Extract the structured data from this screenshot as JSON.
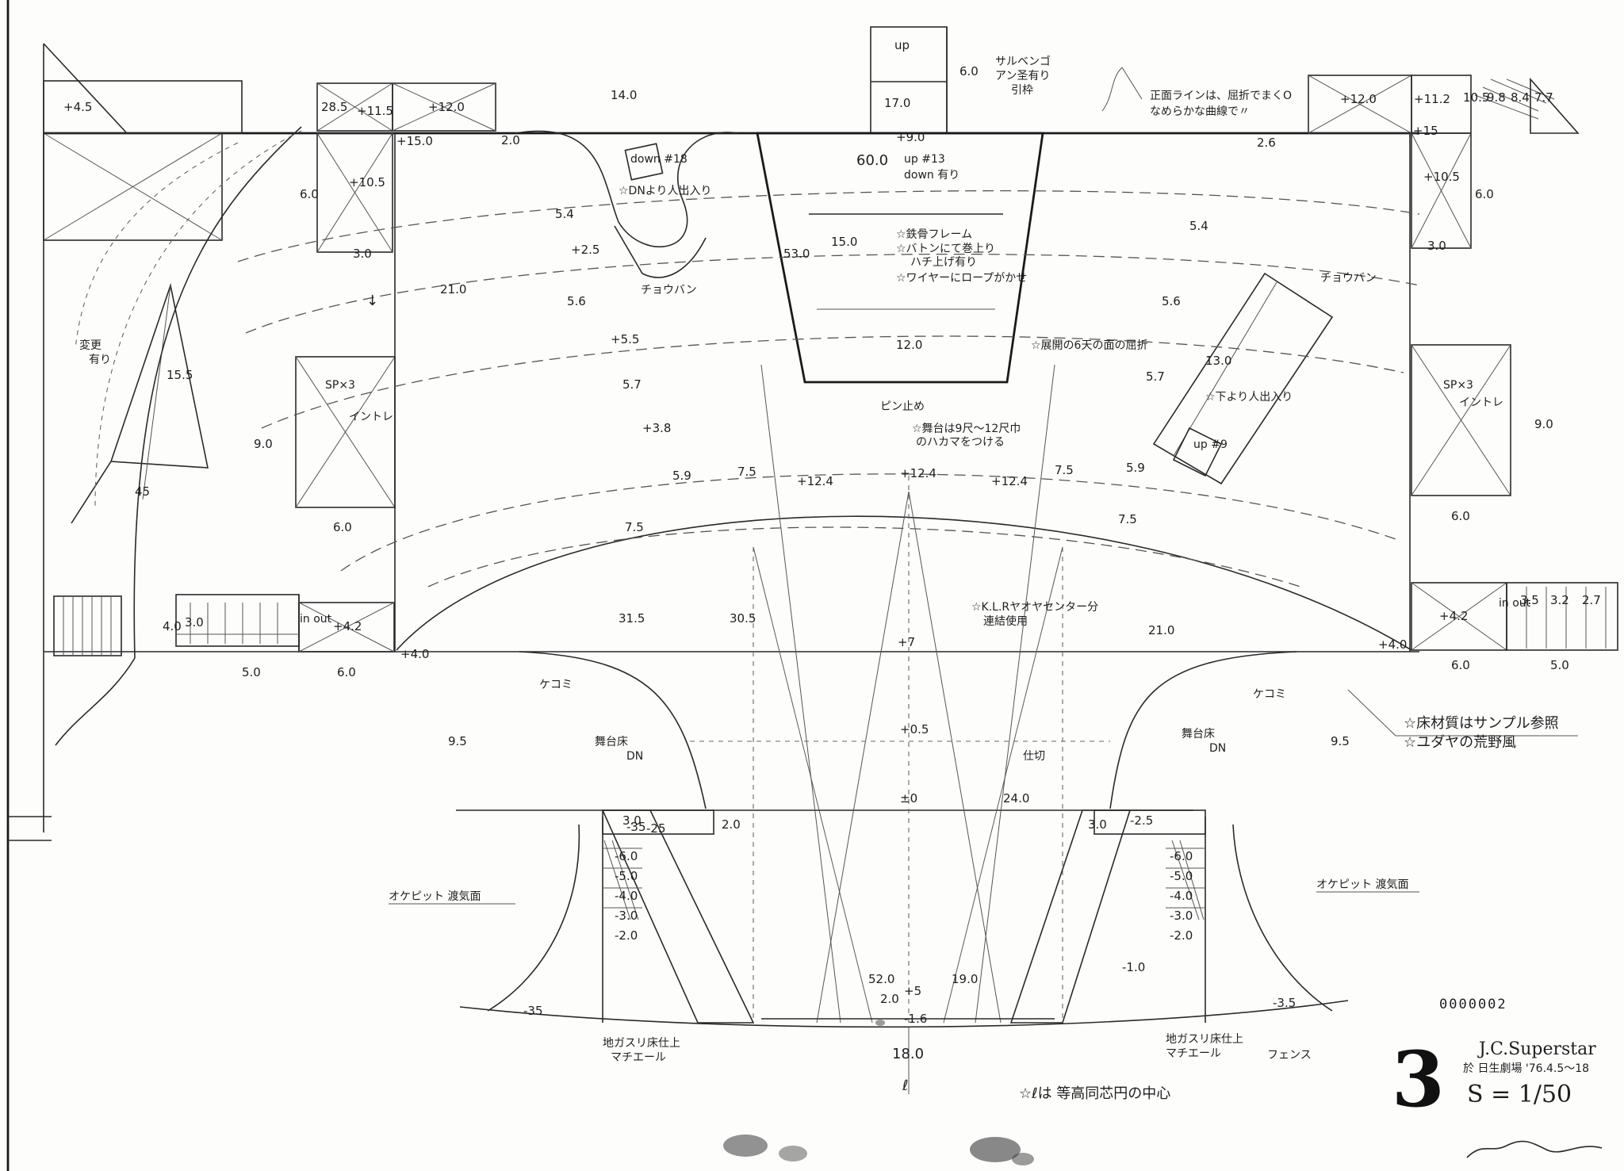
{
  "title_block": {
    "sheet_number": "3",
    "title": "J.C.Superstar",
    "venue": "於 日生劇場 '76.4.5〜18",
    "scale": "S = 1/50",
    "drawing_code": "0000002"
  },
  "notes": {
    "sarubengo": "サルベンゴ",
    "ansu": "アン圣有り",
    "hikiwaku": "引枠",
    "front_line_1": "正面ラインは、屈折でまくO",
    "front_line_2": "なめらかな曲線で〃",
    "steel_frame": "☆鉄骨フレーム",
    "batten": "☆バトンにて巻上り",
    "batten_2": "ハチ上げ有り",
    "wire": "☆ワイヤーにロープがかせ",
    "up_13": "up #13",
    "down_ari": "down 有り",
    "down_18": "down #18",
    "dn_entry": "☆DNより人出入り",
    "chobang_left": "チョウバン",
    "chobang_right": "チョウバン",
    "prism": "☆展開の6天の面の屈折",
    "pin": "ピン止め",
    "stage_note_1": "☆舞台は9尺〜12尺巾",
    "stage_note_2": "のハカマをつける",
    "up_entry": "☆下より人出入り",
    "up_9": "up #9",
    "klr_1": "☆K.L.Rヤオヤセンター分",
    "klr_2": "連結使用",
    "keko_left": "ケコミ",
    "keko_right": "ケコミ",
    "butai_left": "舞台床",
    "dn_left": "DN",
    "butai_right": "舞台床",
    "dn_right": "DN",
    "shikiri": "仕切",
    "floor_1": "☆床材質はサンプル参照",
    "floor_2": "☆ユダヤの荒野風",
    "orch_left": "オケピット 渡気面",
    "orch_right": "オケピット 渡気面",
    "gas_left_1": "地ガスリ床仕上",
    "gas_left_2": "マチエール",
    "gas_right_1": "地ガスリ床仕上",
    "gas_right_2": "マチエール",
    "fence": "フェンス",
    "center_note": "☆ℓは 等高同芯円の中心",
    "change": "変更",
    "change_2": "有り",
    "sp_left": "SP×3",
    "intore_left": "イントレ",
    "sp_right": "SP×3",
    "intore_right": "イントレ",
    "in_out": "in out",
    "up_label": "up",
    "centerline": "ℓ",
    "dir_mark": "↓"
  },
  "dimensions": {
    "d14": "14.0",
    "d17": "17.0",
    "d6a": "6.0",
    "d12top": "+12.0",
    "d115": "+11.5",
    "d285": "28.5",
    "d15": "+15.0",
    "d20": "2.0",
    "d105": "+10.5",
    "d6b": "6.0",
    "d3a": "3.0",
    "d21a": "21.0",
    "d54a": "5.4",
    "d25": "+2.5",
    "d56a": "5.6",
    "d55": "+5.5",
    "d57a": "5.7",
    "d38": "+3.8",
    "d9a": "9.0",
    "d6c": "6.0",
    "d30": "3.0",
    "d40": "4.0",
    "d5": "5.0",
    "d6d": "6.0",
    "d44": "+4.0",
    "d42": "+4.2",
    "d45": "+4.5",
    "d90": "+9.0",
    "d600": "60.0",
    "d530": "53.0",
    "d150": "15.0",
    "d120": "12.0",
    "d75a": "7.5",
    "d75b": "7.5",
    "d75c": "7.5",
    "d59a": "5.9",
    "d59b": "5.9",
    "d124a": "+12.4",
    "d124b": "+12.4",
    "d124c": "+12.4",
    "d305": "30.5",
    "d315": "31.5",
    "d7": "+7",
    "d05": "+0.5",
    "d00": "±0",
    "d240": "24.0",
    "d210": "21.0",
    "d95a": "9.5",
    "d95b": "9.5",
    "d54b": "5.4",
    "d56b": "5.6",
    "d57b": "5.7",
    "d130": "13.0",
    "d26": "2.6",
    "d120r": "+12.0",
    "d112": "+11.2",
    "d105r": "10.5",
    "d98": "9.8",
    "d84": "8.4",
    "d77": "7.7",
    "d15r": "+15",
    "d105b": "+10.5",
    "d6e": "6.0",
    "d3b": "3.0",
    "d9b": "9.0",
    "d6f": "6.0",
    "d42r": "+4.2",
    "d40r": "+4.0",
    "d6g": "6.0",
    "d5r": "5.0",
    "d35": "3.5",
    "d32": "3.2",
    "d27": "2.7",
    "m60a": "-6.0",
    "m50a": "-5.0",
    "m40a": "-4.0",
    "m30a": "-3.0",
    "m20a": "-2.0",
    "m60b": "-6.0",
    "m50b": "-5.0",
    "m40b": "-4.0",
    "m30b": "-3.0",
    "m20b": "-2.0",
    "m35a": "-35",
    "m35b": "-35",
    "m35c": "-3.5",
    "m25a": "-25",
    "m25b": "-2.5",
    "m10": "-1.0",
    "m16": "-1.6",
    "d520": "52.0",
    "d190": "19.0",
    "d180": "18.0",
    "d5b": "+5",
    "d20b": "2.0",
    "d20c": "2.0",
    "d30b": "3.0",
    "d30c": "3.0",
    "d155": "15.5",
    "d45b": "45",
    "d75d": "7.5"
  }
}
